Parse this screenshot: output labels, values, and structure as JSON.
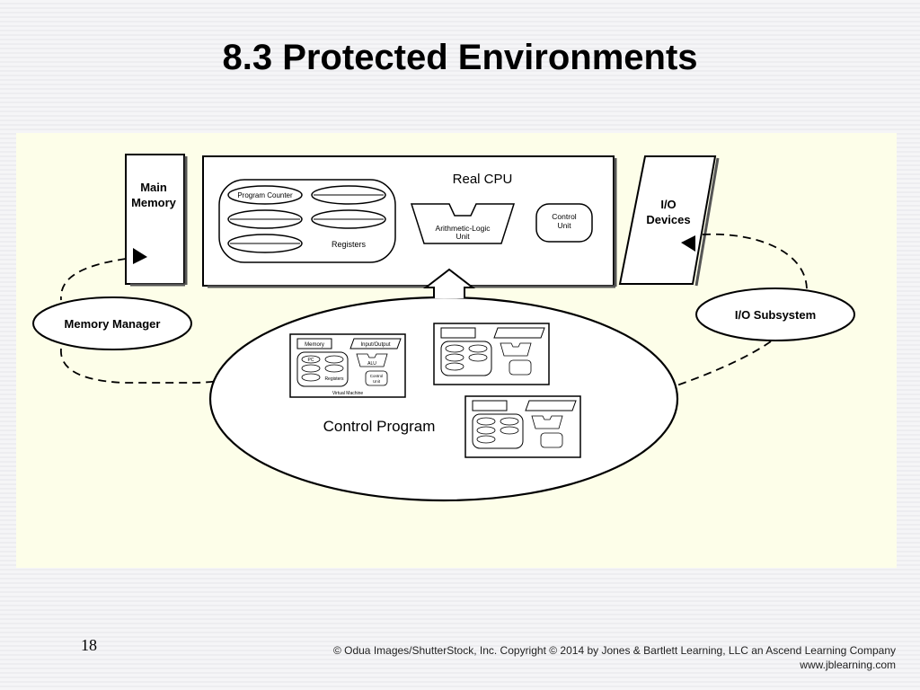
{
  "slide": {
    "title": "8.3 Protected Environments",
    "number": "18",
    "credit": "© Odua Images/ShutterStock, Inc. Copyright © 2014 by Jones & Bartlett Learning, LLC an Ascend Learning Company",
    "website": "www.jblearning.com"
  },
  "diagram": {
    "main_memory": [
      "Main",
      "Memory"
    ],
    "real_cpu": "Real CPU",
    "program_counter": "Program Counter",
    "registers": "Registers",
    "alu": [
      "Arithmetic-Logic",
      "Unit"
    ],
    "control_unit": [
      "Control",
      "Unit"
    ],
    "io_devices": [
      "I/O",
      "Devices"
    ],
    "memory_manager": "Memory Manager",
    "io_subsystem": "I/O Subsystem",
    "control_program": "Control Program",
    "virtual_machine": {
      "memory": "Memory",
      "input_output": "Input/Output",
      "pc": "PC",
      "registers": "Registers",
      "alu": "ALU",
      "control_unit": [
        "Control",
        "Unit"
      ],
      "caption": "Virtual Machine"
    }
  }
}
